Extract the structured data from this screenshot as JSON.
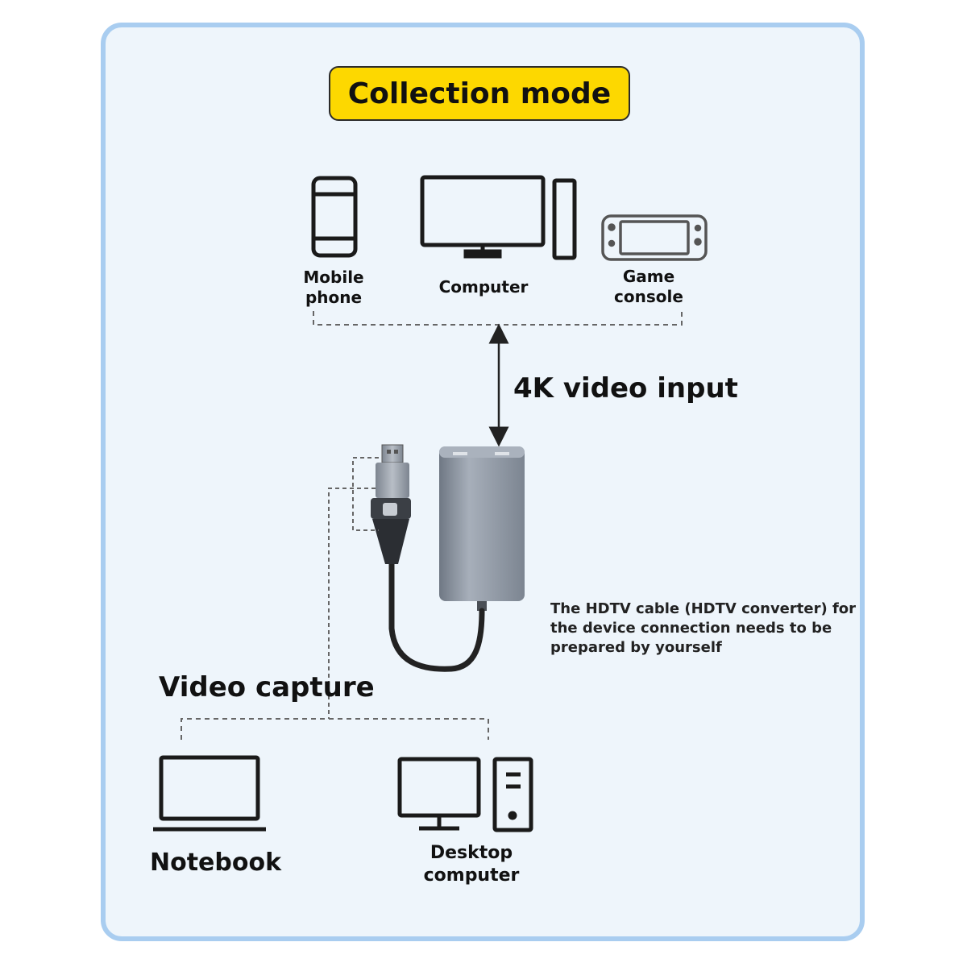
{
  "title": "Collection mode",
  "sources": [
    {
      "label_line1": "Mobile",
      "label_line2": "phone",
      "icon": "smartphone-icon"
    },
    {
      "label_line1": "Computer",
      "label_line2": "",
      "icon": "desktop-computer-icon"
    },
    {
      "label_line1": "Game",
      "label_line2": "console",
      "icon": "game-console-icon"
    }
  ],
  "input_label": "4K video input",
  "note": "The HDTV cable (HDTV converter) for the device connection needs to be prepared by yourself",
  "capture_label": "Video capture",
  "targets": [
    {
      "label_line1": "Notebook",
      "label_line2": "",
      "icon": "laptop-icon"
    },
    {
      "label_line1": "Desktop",
      "label_line2": "computer",
      "icon": "desktop-computer-icon"
    }
  ],
  "colors": {
    "panel_bg": "#eef5fb",
    "panel_border": "#a9cdf0",
    "title_bg": "#fdd800",
    "device_body": "#8d96a3"
  }
}
